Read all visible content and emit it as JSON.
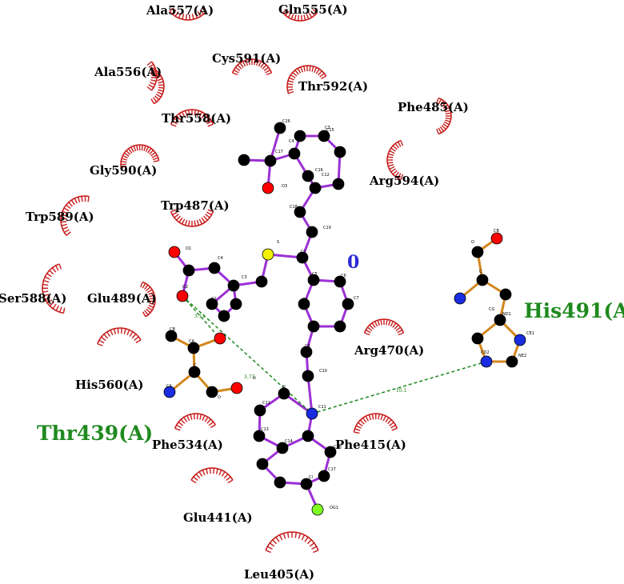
{
  "diagram": {
    "ligand_label": "0",
    "colors": {
      "ligand_bond": "#9b30d6",
      "residue_bond": "#d2871f",
      "hbond": "#1f8a1f",
      "hydrophobic": "#c81e1e",
      "carbon": "#000000",
      "oxygen": "#ff0000",
      "nitrogen": "#1a2ce0",
      "sulfur": "#f2f200",
      "chlorine": "#7fff20"
    },
    "hydrophobic_residues": [
      {
        "label": "Ala557(A)"
      },
      {
        "label": "Gln555(A)"
      },
      {
        "label": "Cys591(A)"
      },
      {
        "label": "Ala556(A)"
      },
      {
        "label": "Thr592(A)"
      },
      {
        "label": "Phe485(A)"
      },
      {
        "label": "Thr558(A)"
      },
      {
        "label": "Gly590(A)"
      },
      {
        "label": "Arg594(A)"
      },
      {
        "label": "Trp487(A)"
      },
      {
        "label": "Trp589(A)"
      },
      {
        "label": "Ser588(A)"
      },
      {
        "label": "Glu489(A)"
      },
      {
        "label": "Arg470(A)"
      },
      {
        "label": "His560(A)"
      },
      {
        "label": "Phe534(A)"
      },
      {
        "label": "Phe415(A)"
      },
      {
        "label": "Glu441(A)"
      },
      {
        "label": "Leu405(A)"
      }
    ],
    "hbond_residues": [
      {
        "label": "His491(A)"
      },
      {
        "label": "Thr439(A)"
      }
    ],
    "hbond_distances": [
      "3.11",
      "3.77",
      "10.1"
    ],
    "atom_labels": [
      "C26",
      "C17",
      "C15",
      "C3",
      "C4",
      "C12",
      "O3",
      "C16",
      "C18",
      "C19",
      "S",
      "C1",
      "O1",
      "O2",
      "C4",
      "C3",
      "C2",
      "C5",
      "C6",
      "C7",
      "C8",
      "C9",
      "C10",
      "N",
      "C11",
      "C12",
      "C13",
      "C14",
      "C16",
      "C17",
      "Cl",
      "OG1",
      "CB",
      "CA",
      "C",
      "O",
      "N",
      "CA",
      "C",
      "O",
      "CB",
      "CG",
      "ND1",
      "CE1",
      "NE2",
      "CD2"
    ]
  }
}
